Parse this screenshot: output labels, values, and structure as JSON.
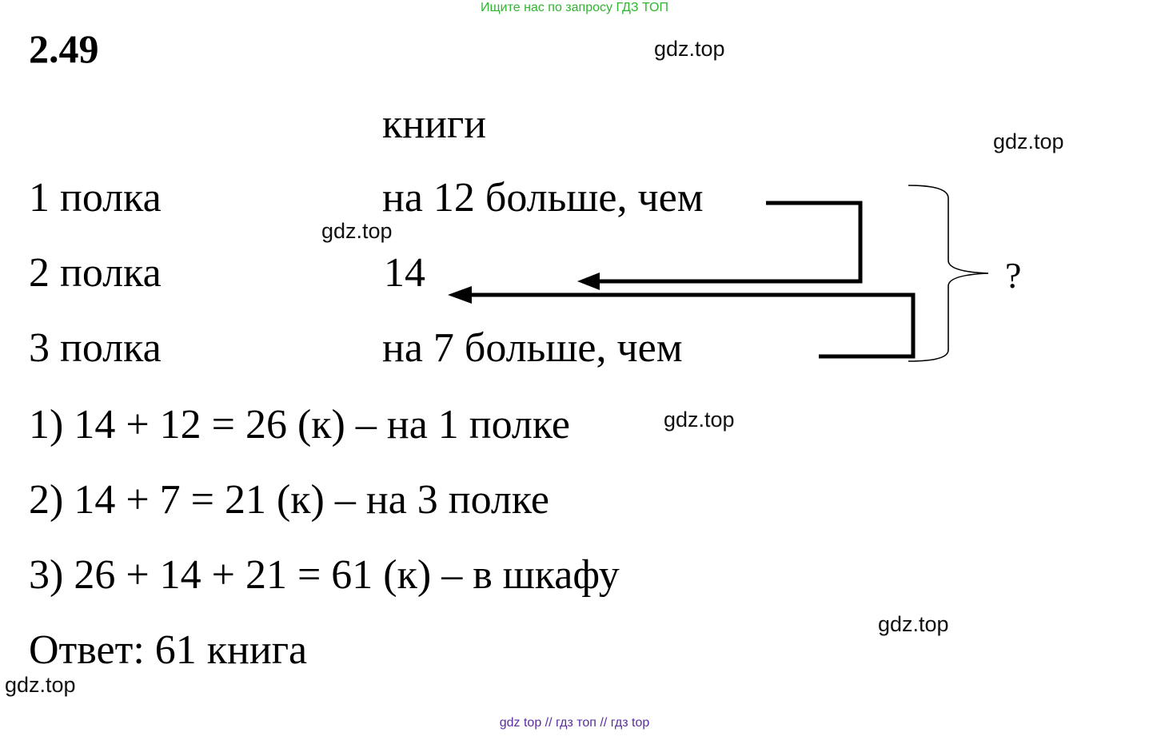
{
  "banner": "Ищите нас по запросу ГДЗ ТОП",
  "problem_number": "2.49",
  "watermark": "gdz.top",
  "column_header": "книги",
  "rows": [
    {
      "label": "1 полка",
      "value": "на 12 больше, чем"
    },
    {
      "label": "2 полка",
      "value": "14"
    },
    {
      "label": "3 полка",
      "value": "на 7 больше, чем"
    }
  ],
  "question_mark": "?",
  "steps": [
    "1) 14 + 12 = 26 (к) – на 1 полке",
    "2) 14 + 7 = 21 (к) – на 3 полке",
    "3) 26 + 14 + 21 = 61 (к) – в шкафу"
  ],
  "answer": "Ответ: 61 книга",
  "footer": {
    "link1": "gdz top",
    "sep1": "//",
    "link2": "гдз топ",
    "sep2": "//",
    "link3": "гдз top"
  }
}
